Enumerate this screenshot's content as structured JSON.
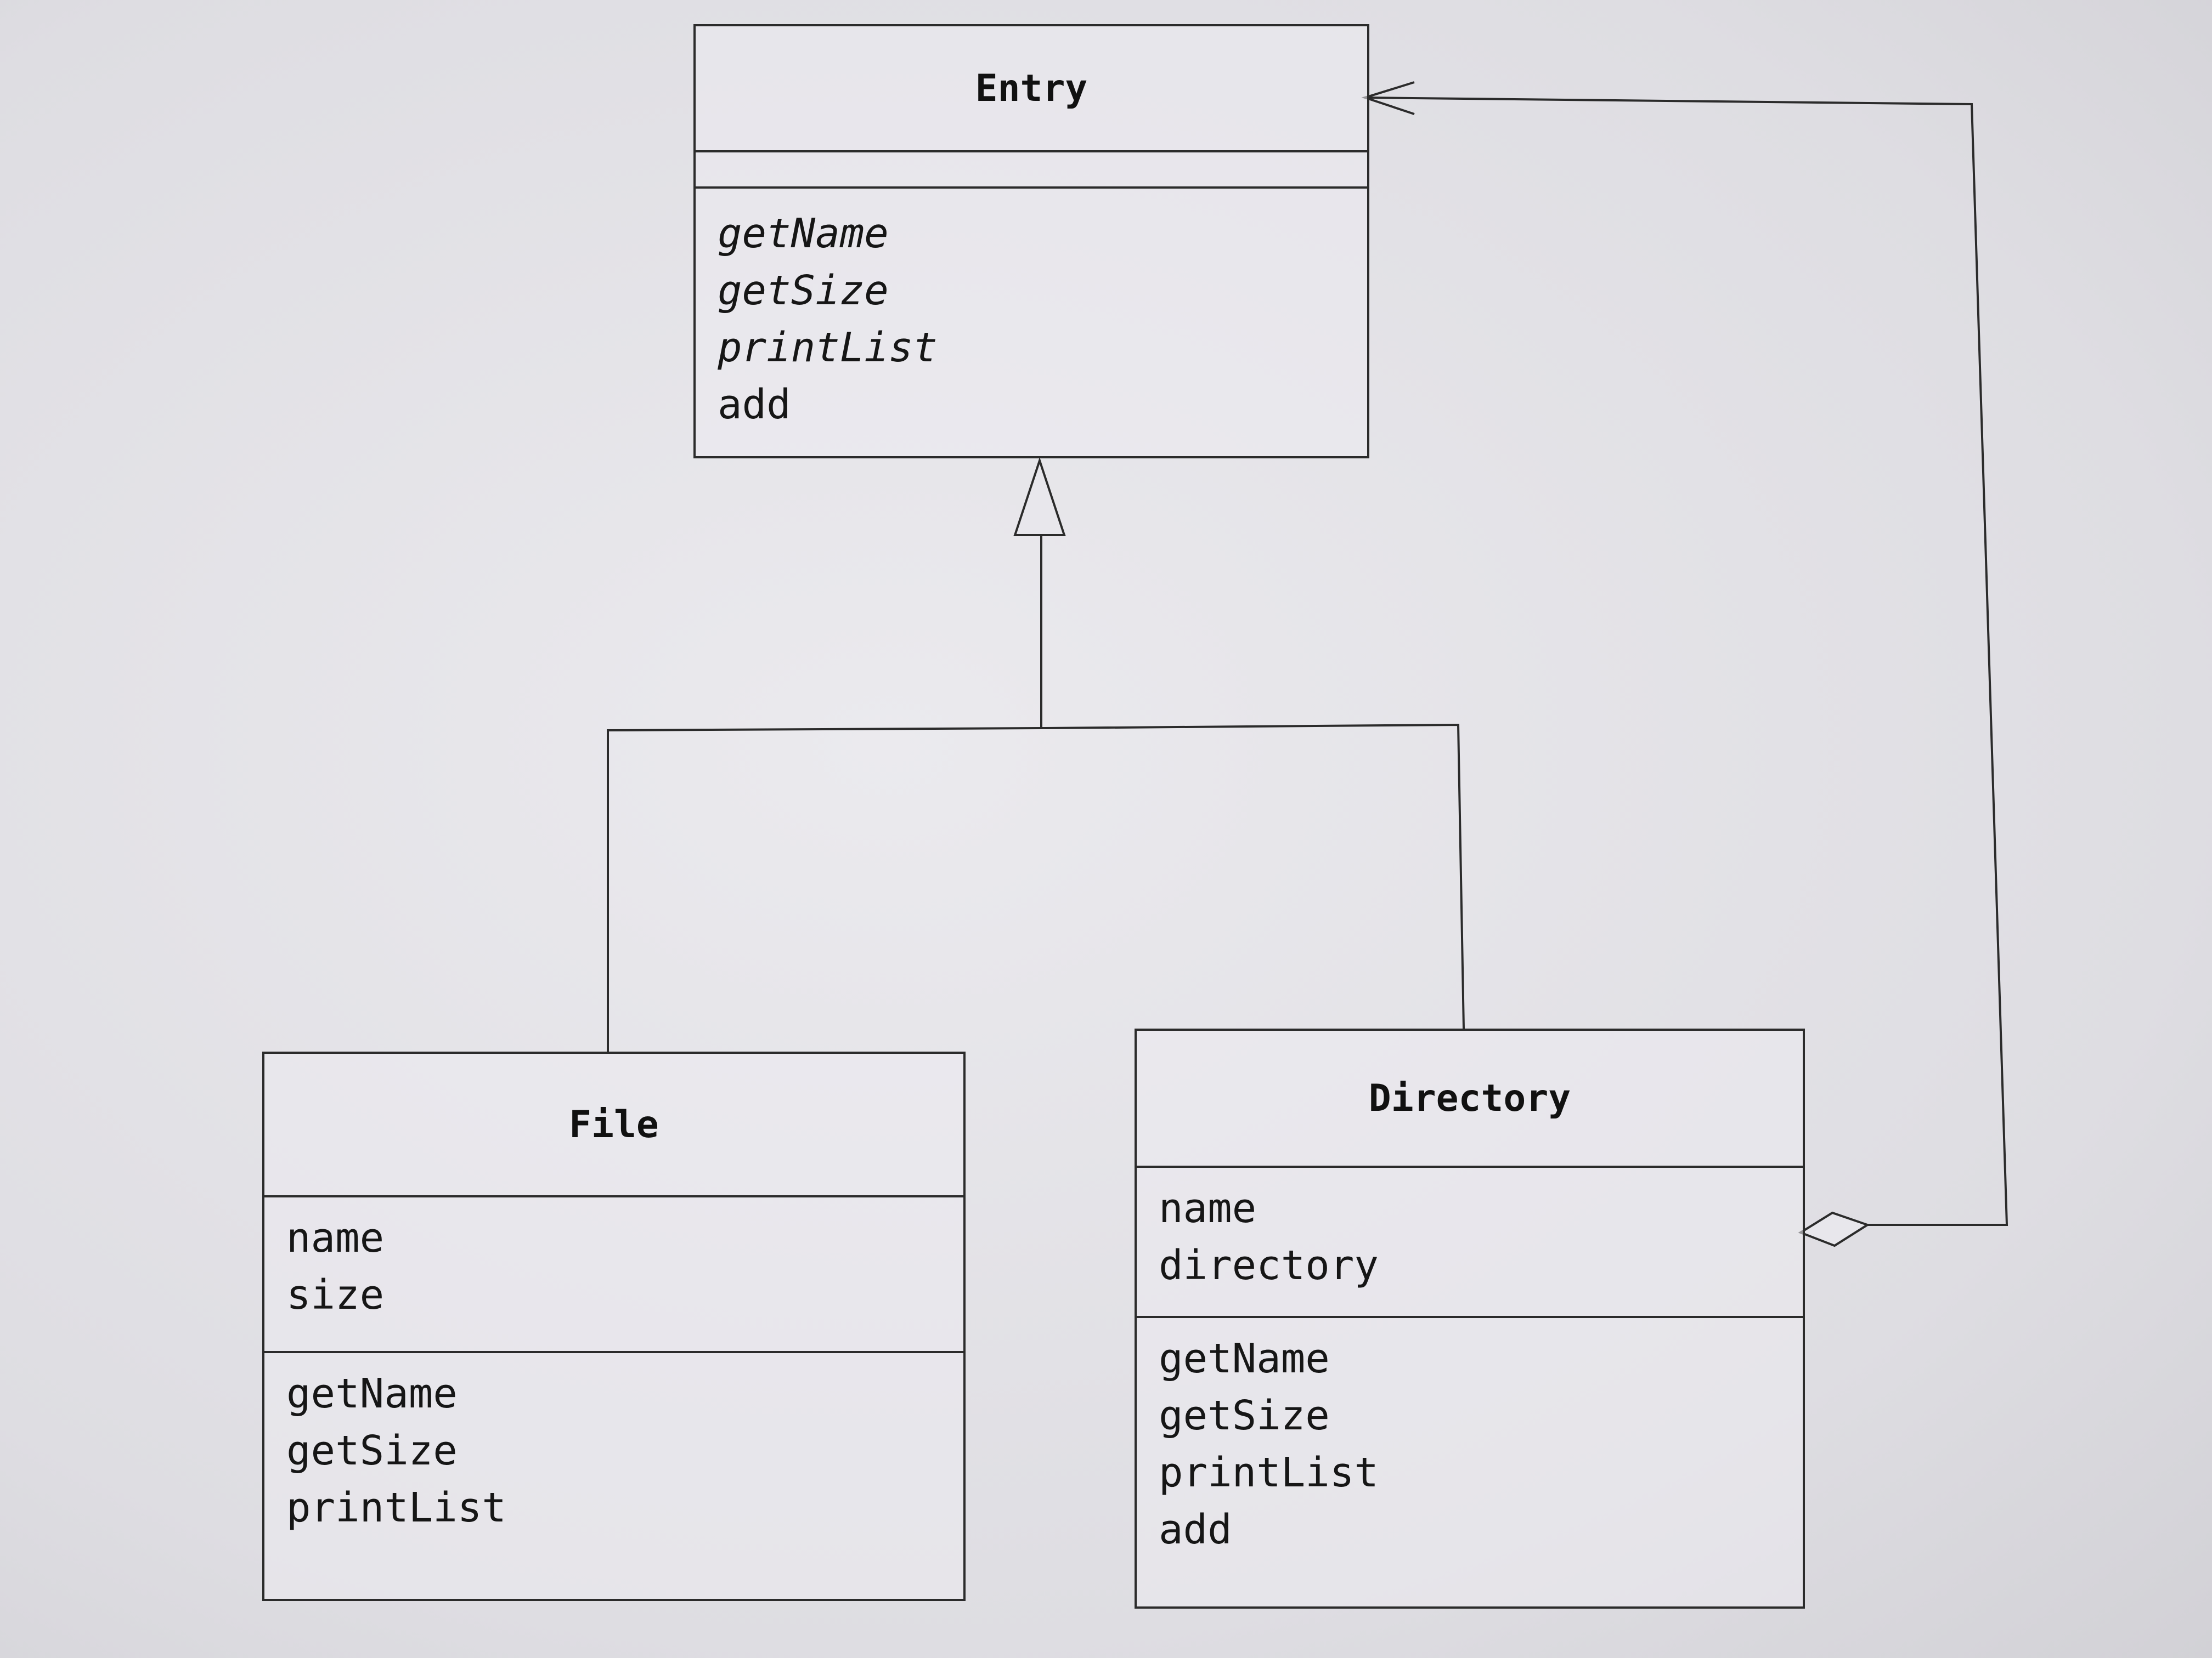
{
  "classes": {
    "entry": {
      "name": "Entry",
      "fields": [],
      "methods": [
        "getName",
        "getSize",
        "printList",
        "add"
      ]
    },
    "file": {
      "name": "File",
      "fields": [
        "name",
        "size"
      ],
      "methods": [
        "getName",
        "getSize",
        "printList"
      ]
    },
    "directory": {
      "name": "Directory",
      "fields": [
        "name",
        "directory"
      ],
      "methods": [
        "getName",
        "getSize",
        "printList",
        "add"
      ]
    }
  },
  "relationships": [
    {
      "type": "generalization",
      "from": "File",
      "to": "Entry"
    },
    {
      "type": "generalization",
      "from": "Directory",
      "to": "Entry"
    },
    {
      "type": "aggregation",
      "whole": "Directory",
      "part": "Entry"
    }
  ]
}
